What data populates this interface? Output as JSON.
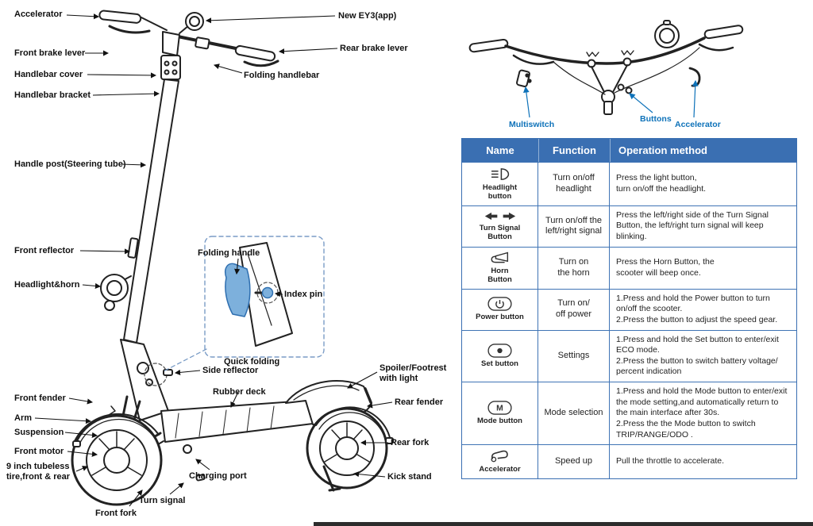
{
  "colors": {
    "accent_blue": "#3a6fb2",
    "label_blue": "#0e72b9",
    "handle_fill": "#7db0dc"
  },
  "diagram": {
    "labels": {
      "accelerator": "Accelerator",
      "front_brake_lever": "Front brake lever",
      "handlebar_cover": "Handlebar cover",
      "handlebar_bracket": "Handlebar bracket",
      "handle_post": "Handle post(Steering tube)",
      "front_reflector": "Front reflector",
      "headlight_horn": "Headlight&horn",
      "front_fender": "Front fender",
      "arm": "Arm",
      "suspension": "Suspension",
      "front_motor": "Front motor",
      "tire": "9 inch tubeless\ntire,front & rear",
      "front_fork": "Front fork",
      "turn_signal": "Turn signal",
      "charging_port": "Charging port",
      "new_ey3": "New EY3(app)",
      "rear_brake_lever": "Rear brake lever",
      "folding_handlebar": "Folding handlebar",
      "folding_handle": "Folding handle",
      "index_pin": "Index pin",
      "quick_folding": "Quick folding",
      "side_reflector": "Side reflector",
      "rubber_deck": "Rubber deck",
      "spoiler": "Spoiler/Footrest\nwith light",
      "rear_fender": "Rear fender",
      "rear_fork": "Rear fork",
      "kick_stand": "Kick stand"
    },
    "handlebar_labels": {
      "multiswitch": "Multiswitch",
      "buttons": "Buttons",
      "accelerator": "Accelerator"
    }
  },
  "table": {
    "headers": [
      "Name",
      "Function",
      "Operation method"
    ],
    "rows": [
      {
        "icon": "headlight-icon",
        "name": "Headlight\nbutton",
        "function": "Turn on/off\nheadlight",
        "operation": "Press the light button,\nturn on/off the headlight."
      },
      {
        "icon": "turn-signal-icon",
        "name": "Turn Signal\nButton",
        "function": "Turn on/off the\nleft/right signal",
        "operation": "Press the left/right side of the Turn Signal Button, the left/right turn signal will keep blinking."
      },
      {
        "icon": "horn-icon",
        "name": "Horn\nButton",
        "function": "Turn on\nthe horn",
        "operation": "Press the Horn Button, the\nscooter will beep once."
      },
      {
        "icon": "power-icon",
        "name": "Power button",
        "function": "Turn on/\noff power",
        "operation": "1.Press and hold the Power button to turn on/off the scooter.\n2.Press the button to adjust the speed gear."
      },
      {
        "icon": "set-icon",
        "name": "Set button",
        "function": "Settings",
        "operation": "1.Press and hold the Set button to enter/exit ECO mode.\n2.Press the button to switch battery voltage/ percent indication"
      },
      {
        "icon": "mode-icon",
        "name": "Mode button",
        "function": "Mode selection",
        "operation": "1.Press and hold the Mode button to enter/exit the mode setting,and automatically return to the main interface after 30s.\n2.Press the the Mode button to switch TRIP/RANGE/ODO ."
      },
      {
        "icon": "accelerator-icon",
        "name": "Accelerator",
        "function": "Speed up",
        "operation": "Pull the throttle to accelerate."
      }
    ]
  }
}
